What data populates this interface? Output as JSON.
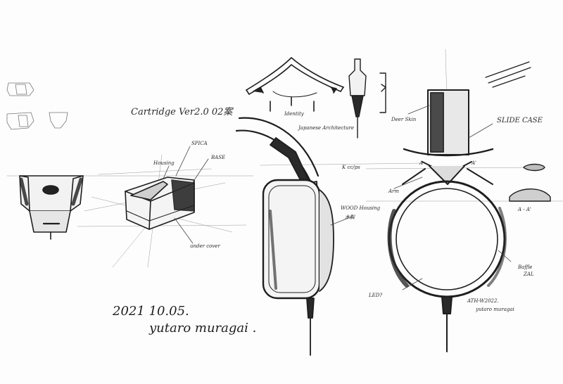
{
  "colors": {
    "ink": "#1e1e1e",
    "shade": "#3a3a3a",
    "paper": "#fdfdfd"
  },
  "cartridge": {
    "title": "Cartridge Ver2.0 02案",
    "housing": "Housing",
    "spacer": "SPICA",
    "base": "BASE",
    "under_cover": "under cover"
  },
  "headband": {
    "identity": "Identity",
    "architecture": "Japanese Architecture",
    "deer_skin": "Deer Skin",
    "cable": "K cc/ps"
  },
  "headphone": {
    "slide_case": "SLIDE CASE",
    "arm": "Arm",
    "section_a": "A",
    "section_a2": "A'",
    "section_label": "A - A'",
    "wood_housing": "WOOD Housing",
    "wood_sub": "木製",
    "baffle": "Baffle",
    "baffle_sub": "ZAL",
    "led_note": "LED?",
    "model": "ATH-W2022.",
    "signature_small": "yutaro muragai"
  },
  "signature": {
    "date": "2021 10.05.",
    "name": "yutaro muragai ."
  }
}
